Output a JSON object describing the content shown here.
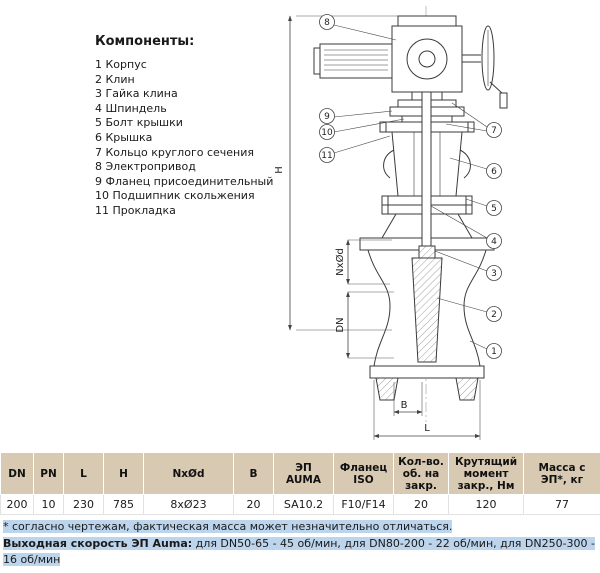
{
  "components": {
    "title": "Компоненты:",
    "items": [
      "1 Корпус",
      "2 Клин",
      "3 Гайка клина",
      "4 Шпиндель",
      "5 Болт крышки",
      "6 Крышка",
      "7 Кольцо круглого сечения",
      "8 Электропривод",
      "9 Фланец присоединительный",
      "10 Подшипник скольжения",
      "11 Прокладка"
    ]
  },
  "drawing": {
    "dimensions": {
      "height": "H",
      "bolts": "NxØd",
      "bore": "DN",
      "width_b": "B",
      "length_l": "L"
    },
    "callouts": [
      "1",
      "2",
      "3",
      "4",
      "5",
      "6",
      "7",
      "8",
      "9",
      "10",
      "11"
    ]
  },
  "table": {
    "headers": [
      "DN",
      "PN",
      "L",
      "H",
      "NxØd",
      "B",
      "ЭП AUMA",
      "Фланец ISO",
      "Кол-во. об. на закр.",
      "Крутящий момент закр., Нм",
      "Масса с ЭП*, кг"
    ],
    "values": [
      "200",
      "10",
      "230",
      "785",
      "8xØ23",
      "20",
      "SA10.2",
      "F10/F14",
      "20",
      "120",
      "77"
    ]
  },
  "notes": {
    "note1": "* согласно чертежам, фактическая масса может незначительно отличаться.",
    "note2_label": "Выходная скорость ЭП Auma:",
    "note2_text": " для DN50-65 - 45 об/мин, для DN80-200 - 22 об/мин, для DN250-300 - 16 об/мин"
  },
  "colors": {
    "table_header_bg": "#d8c9b2",
    "note_highlight": "#bcd4ec",
    "line": "#3a3a3a"
  }
}
